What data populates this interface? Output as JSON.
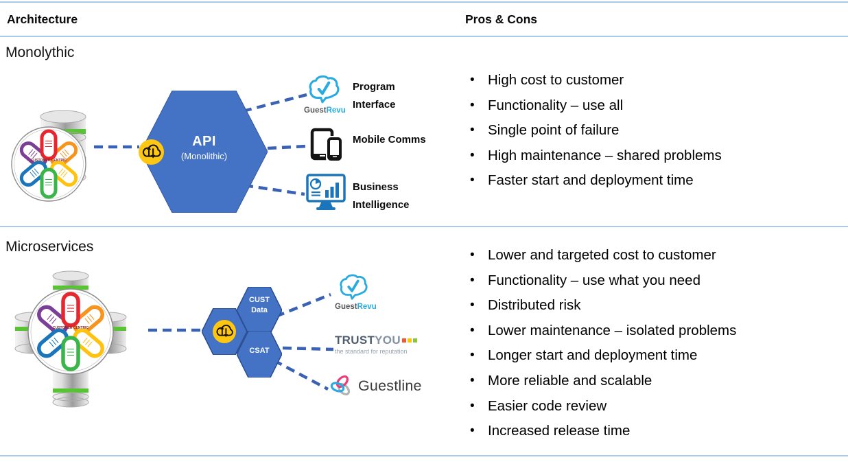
{
  "header": {
    "architecture": "Architecture",
    "pros_cons": "Pros & Cons"
  },
  "flower": {
    "center": "CUSTOMER CENTRIC"
  },
  "api_hex": {
    "title": "API",
    "subtitle": "(Monolithic)"
  },
  "micro_hex": {
    "top": "CUST Data",
    "bottom": "CSAT"
  },
  "logos": {
    "guestrevu": {
      "part1": "Guest",
      "part2": "Revu"
    },
    "trustyou": {
      "part1": "TRUST",
      "part2": "YOU",
      "tagline": "the standard for reputation"
    },
    "guestline": {
      "name": "Guestline"
    }
  },
  "monolithic": {
    "title": "Monolythic",
    "endpoints": [
      "Program Interface",
      "Mobile Comms",
      "Business Intelligence"
    ],
    "bullets": [
      "High cost to customer",
      "Functionality – use all",
      "Single point of failure",
      "High maintenance – shared problems",
      "Faster start and deployment time"
    ]
  },
  "microservices": {
    "title": "Microservices",
    "bullets": [
      "Lower and targeted cost to customer",
      "Functionality – use what you need",
      "Distributed risk",
      "Lower maintenance – isolated problems",
      "Longer start and deployment time",
      "More reliable and scalable",
      "Easier code review",
      "Increased release time"
    ]
  },
  "colors": {
    "hex_blue": "#4472C4",
    "connector_blue": "#3A62B4",
    "divider_blue": "#A7CBEA",
    "api_badge_yellow": "#FFC712",
    "guestrevu_blue": "#29ABE2",
    "bi_blue": "#1B75BB",
    "trustyou_gray": "#4D5D6E",
    "guestline_pink": "#ED3A78",
    "petal_red": "#E8262E",
    "petal_orange": "#F7941D",
    "petal_yellow": "#FFC20E",
    "petal_green": "#39B54A",
    "petal_blue": "#1B75BB",
    "petal_purple": "#7C3F98",
    "db_band_green": "#59C433"
  }
}
